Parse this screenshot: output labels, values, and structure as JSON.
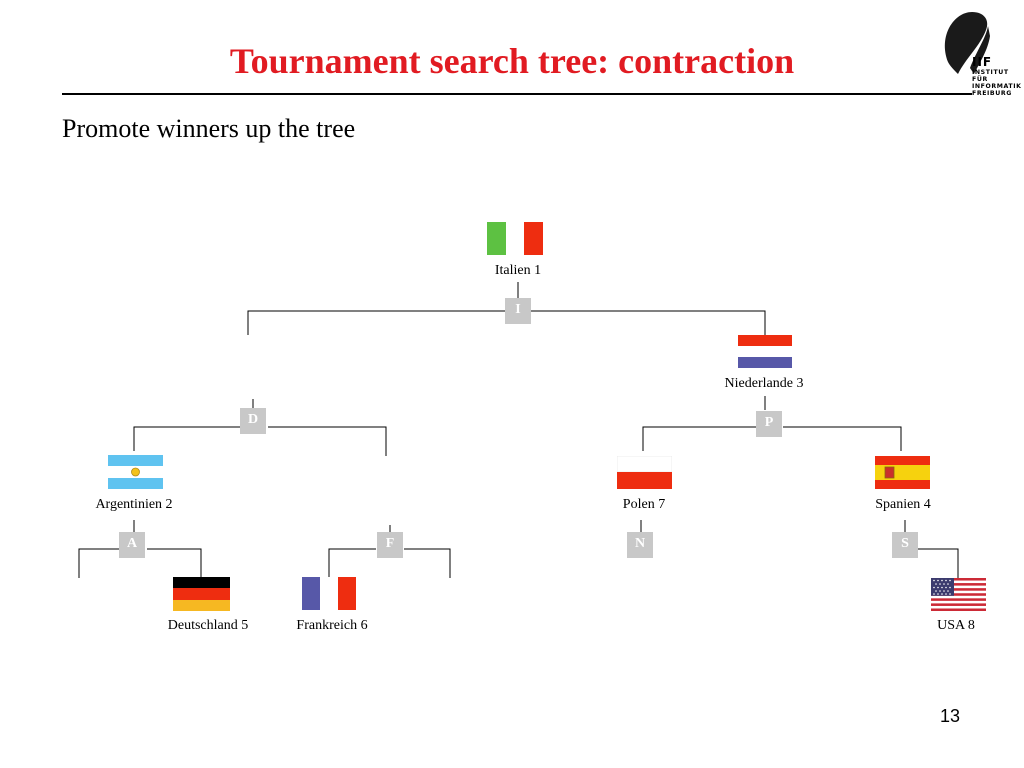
{
  "header": {
    "title": "Tournament search tree: contraction",
    "subtitle": "Promote winners up the tree"
  },
  "logo": {
    "big": "IIF",
    "line1": "INSTITUT FÜR",
    "line2": "INFORMATIK",
    "line3": "FREIBURG"
  },
  "tree": {
    "players": [
      {
        "name": "Italien 1",
        "flag": "italy"
      },
      {
        "name": "Niederlande 3",
        "flag": "netherlands"
      },
      {
        "name": "Argentinien 2",
        "flag": "argentina"
      },
      {
        "name": "Polen 7",
        "flag": "poland"
      },
      {
        "name": "Spanien 4",
        "flag": "spain"
      },
      {
        "name": "Deutschland 5",
        "flag": "germany"
      },
      {
        "name": "Frankreich 6",
        "flag": "france"
      },
      {
        "name": "USA 8",
        "flag": "usa"
      }
    ],
    "nodes": [
      "I",
      "D",
      "P",
      "A",
      "F",
      "N",
      "S"
    ]
  },
  "colors": {
    "title": "#e11b22",
    "node_fill": "#c8c8c8"
  },
  "footer": {
    "page_number": "13"
  }
}
